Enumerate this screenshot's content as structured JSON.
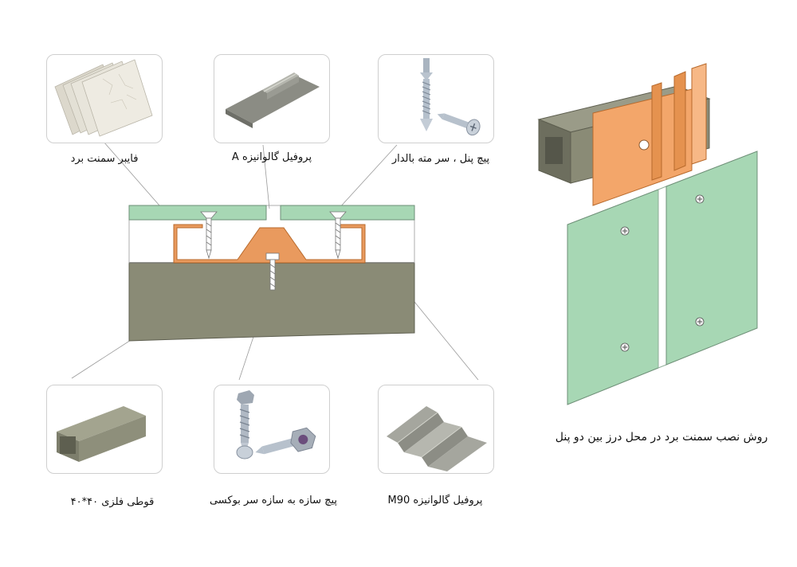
{
  "labels": {
    "fiber_cement_board": "فایبر سمنت برد",
    "galvanized_profile_a": "پروفیل گالوانیزه A",
    "panel_screw_winged_drill": "پیچ پنل ، سر مته بالدار",
    "metal_box_40x40": "قوطی فلزی ۴۰*۴۰",
    "frame_screw_box_head": "پیچ سازه به سازه سر بوکسی",
    "galvanized_profile_m90": "پروفیل گالوانیزه M90"
  },
  "caption": "روش نصب سمنت برد در محل درز بین دو پنل",
  "colors": {
    "board_green": "#a7d7b4",
    "profile_orange": "#f3a66a",
    "steel_olive": "#8a8b76",
    "card_border": "#cfcfcf",
    "leader_line": "#9a9a9a"
  },
  "icons": [
    "cement-board-sheets-icon",
    "galvanized-profile-a-icon",
    "panel-screw-icon",
    "metal-box-icon",
    "box-head-screw-icon",
    "galvanized-profile-m90-icon"
  ]
}
